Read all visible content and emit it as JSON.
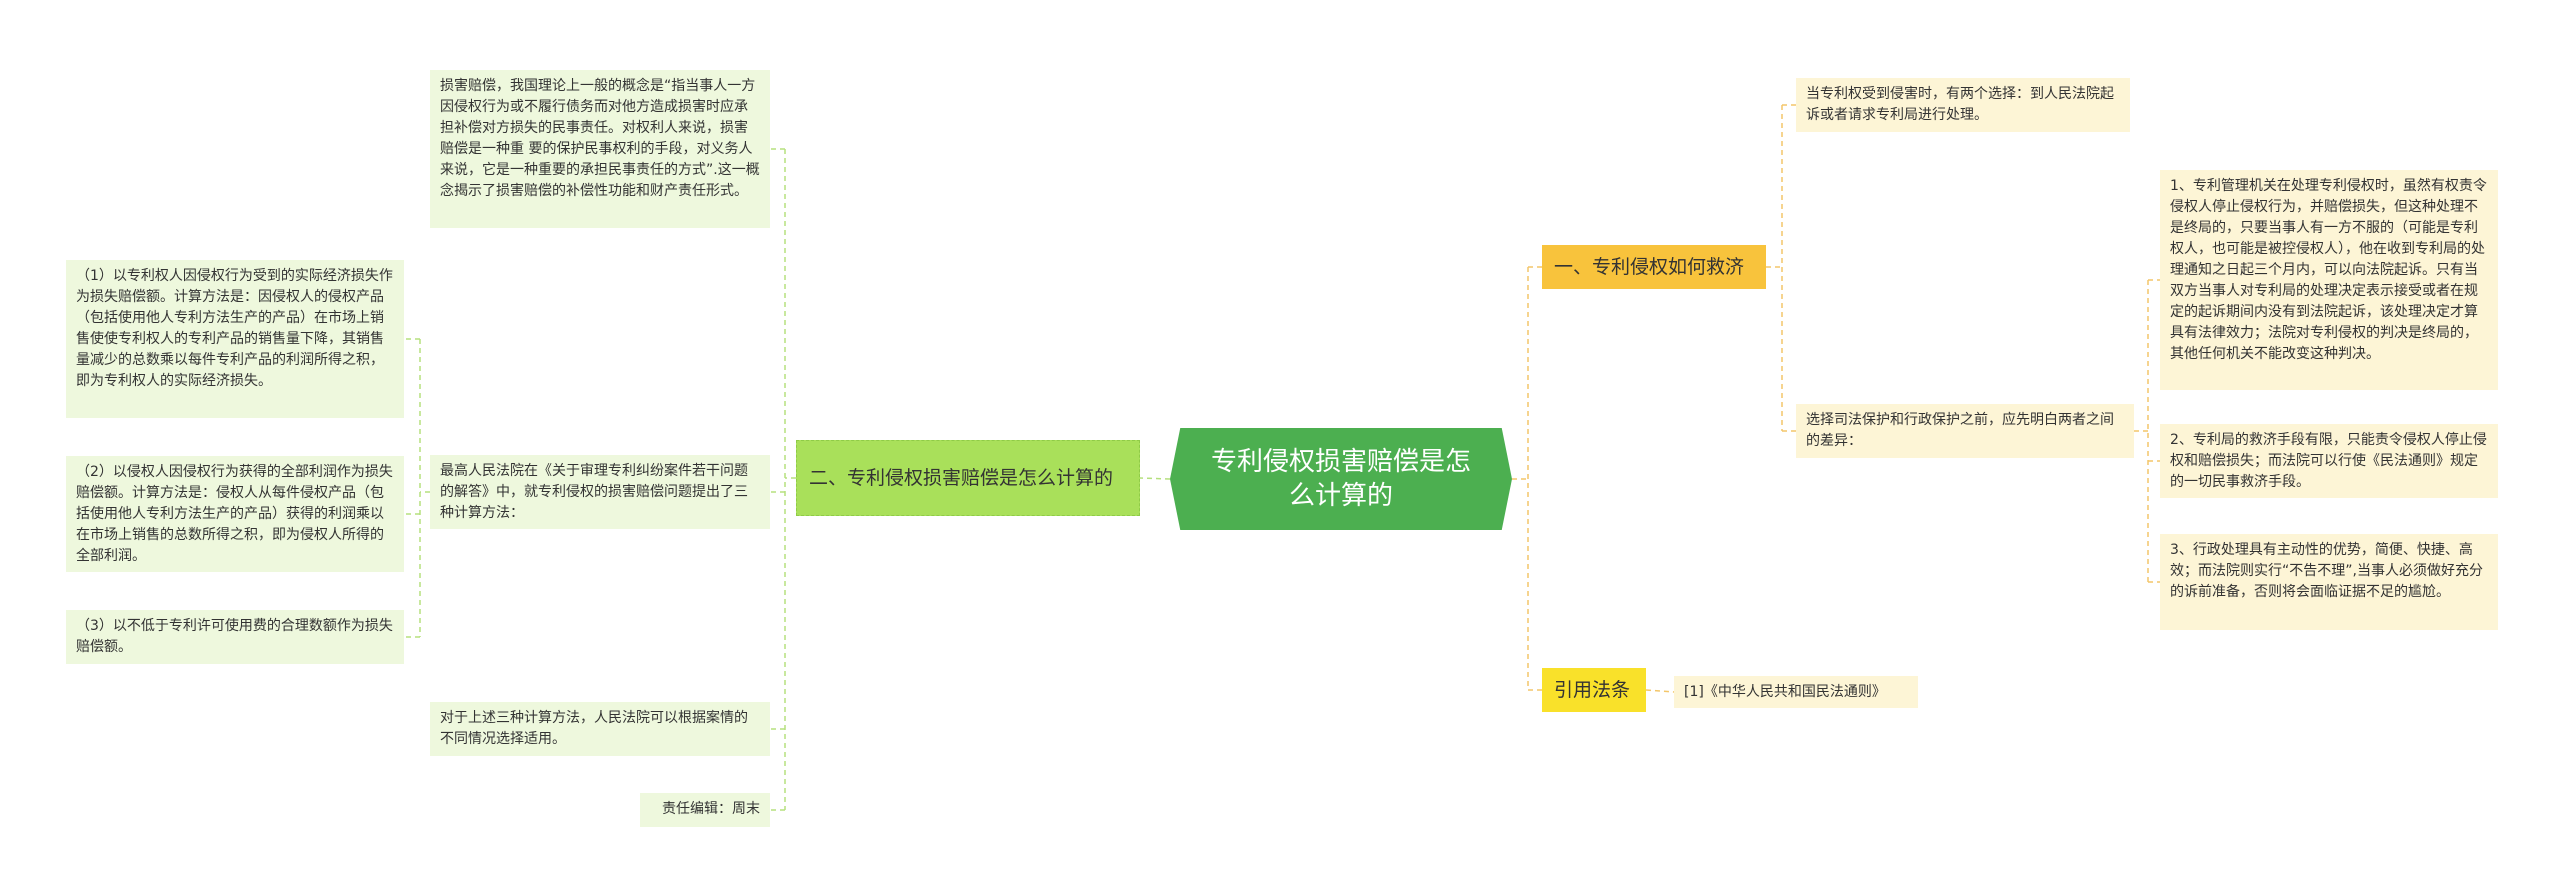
{
  "root": {
    "title": "专利侵权损害赔偿是怎么计算的"
  },
  "branches": {
    "calc": {
      "label": "二、专利侵权损害赔偿是怎么计算的",
      "definition": "损害赔偿，我国理论上一般的概念是“指当事人一方因侵权行为或不履行债务而对他方造成损害时应承担补偿对方损失的民事责任。对权利人来说，损害赔偿是一种重 要的保护民事权利的手段，对义务人来说，它是一种重要的承担民事责任的方式”.这一概念揭示了损害赔偿的补偿性功能和财产责任形式。",
      "court": "最高人民法院在《关于审理专利纠纷案件若干问题的解答》中，就专利侵权的损害赔偿问题提出了三种计算方法：",
      "methods": [
        "（1）以专利权人因侵权行为受到的实际经济损失作为损失赔偿额。计算方法是：因侵权人的侵权产品（包括使用他人专利方法生产的产品）在市场上销售使使专利权人的专利产品的销售量下降，其销售量减少的总数乘以每件专利产品的利润所得之积，即为专利权人的实际经济损失。",
        "（2）以侵权人因侵权行为获得的全部利润作为损失赔偿额。计算方法是：侵权人从每件侵权产品（包括使用他人专利方法生产的产品）获得的利润乘以在市场上销售的总数所得之积，即为侵权人所得的全部利润。",
        "（3）以不低于专利许可使用费的合理数额作为损失赔偿额。"
      ],
      "choose": "对于上述三种计算方法，人民法院可以根据案情的不同情况选择适用。",
      "editor": "责任编辑：周末"
    },
    "remedy": {
      "label": "一、专利侵权如何救济",
      "first": "当专利权受到侵害时，有两个选择：到人民法院起诉或者请求专利局进行处理。",
      "second": "选择司法保护和行政保护之前，应先明白两者之间的差异：",
      "diffs": [
        "1、专利管理机关在处理专利侵权时，虽然有权责令侵权人停止侵权行为，并赔偿损失，但这种处理不是终局的，只要当事人有一方不服的（可能是专利权人，也可能是被控侵权人），他在收到专利局的处理通知之日起三个月内，可以向法院起诉。只有当双方当事人对专利局的处理决定表示接受或者在规定的起诉期间内没有到法院起诉，该处理决定才算具有法律效力；法院对专利侵权的判决是终局的，其他任何机关不能改变这种判决。",
        "2、专利局的救济手段有限，只能责令侵权人停止侵权和赔偿损失；而法院可以行使《民法通则》规定的一切民事救济手段。",
        "3、行政处理具有主动性的优势，简便、快捷、高效；而法院则实行“不告不理”,当事人必须做好充分的诉前准备，否则将会面临证据不足的尴尬。"
      ]
    },
    "law": {
      "label": "引用法条",
      "ref": "[1]《中华人民共和国民法通则》"
    }
  },
  "colors": {
    "root": "#4caf50",
    "branch_green": "#a9e05a",
    "branch_orange": "#f8c33c",
    "branch_yellow": "#f9e12a",
    "leaf_green": "#eef8dd",
    "leaf_yellow": "#fdf5d6",
    "line_green": "#b5e07e",
    "line_orange": "#f3c66a"
  }
}
